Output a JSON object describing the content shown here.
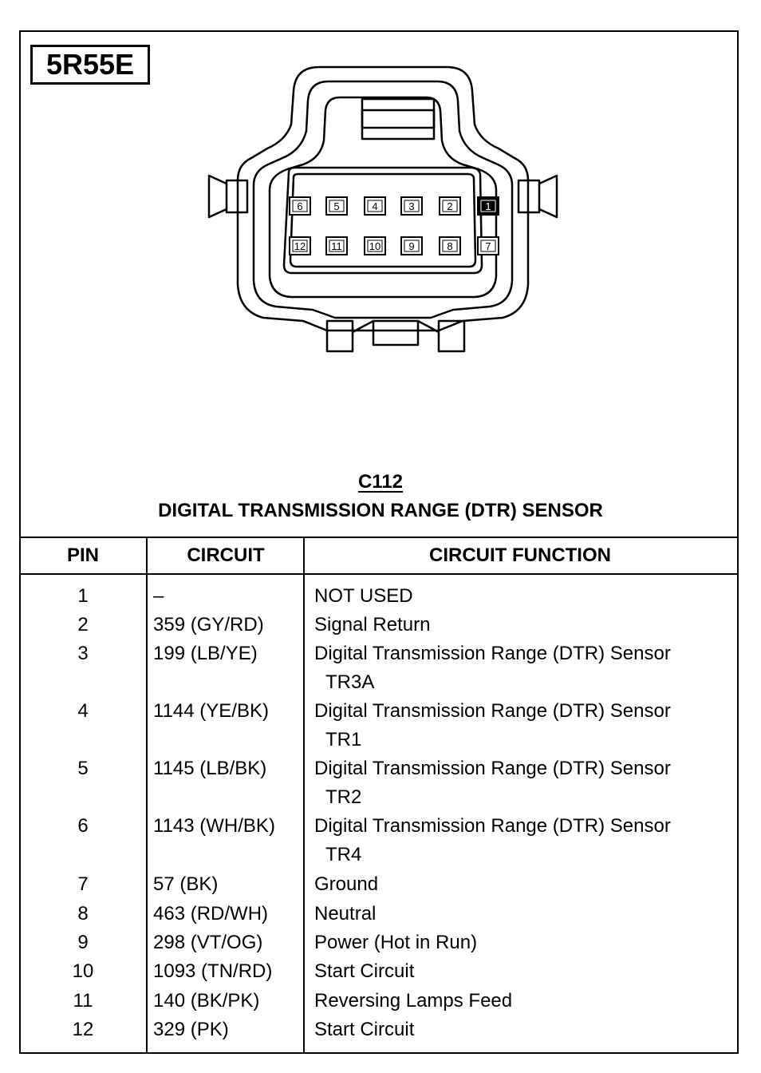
{
  "model": "5R55E",
  "connector": {
    "id": "C112",
    "name": "DIGITAL TRANSMISSION RANGE (DTR) SENSOR",
    "top_row_pins": [
      "6",
      "5",
      "4",
      "3",
      "2",
      "1"
    ],
    "bottom_row_pins": [
      "12",
      "11",
      "10",
      "9",
      "8",
      "7"
    ],
    "filled_pin": "1"
  },
  "table": {
    "headers": {
      "pin": "PIN",
      "circuit": "CIRCUIT",
      "function": "CIRCUIT FUNCTION"
    },
    "rows": [
      {
        "pin": "1",
        "circuit": "–",
        "function": "NOT USED",
        "function2": ""
      },
      {
        "pin": "2",
        "circuit": "359 (GY/RD)",
        "function": "Signal Return",
        "function2": ""
      },
      {
        "pin": "3",
        "circuit": "199 (LB/YE)",
        "function": "Digital Transmission Range (DTR) Sensor",
        "function2": "TR3A"
      },
      {
        "pin": "4",
        "circuit": "1144 (YE/BK)",
        "function": "Digital Transmission Range (DTR) Sensor",
        "function2": "TR1"
      },
      {
        "pin": "5",
        "circuit": "1145 (LB/BK)",
        "function": "Digital Transmission Range (DTR) Sensor",
        "function2": "TR2"
      },
      {
        "pin": "6",
        "circuit": "1143 (WH/BK)",
        "function": "Digital Transmission Range (DTR) Sensor",
        "function2": "TR4"
      },
      {
        "pin": "7",
        "circuit": "57 (BK)",
        "function": "Ground",
        "function2": ""
      },
      {
        "pin": "8",
        "circuit": "463 (RD/WH)",
        "function": "Neutral",
        "function2": ""
      },
      {
        "pin": "9",
        "circuit": "298 (VT/OG)",
        "function": "Power (Hot in Run)",
        "function2": ""
      },
      {
        "pin": "10",
        "circuit": "1093 (TN/RD)",
        "function": "Start Circuit",
        "function2": ""
      },
      {
        "pin": "11",
        "circuit": "140 (BK/PK)",
        "function": "Reversing Lamps Feed",
        "function2": ""
      },
      {
        "pin": "12",
        "circuit": "329 (PK)",
        "function": "Start Circuit",
        "function2": ""
      }
    ]
  }
}
